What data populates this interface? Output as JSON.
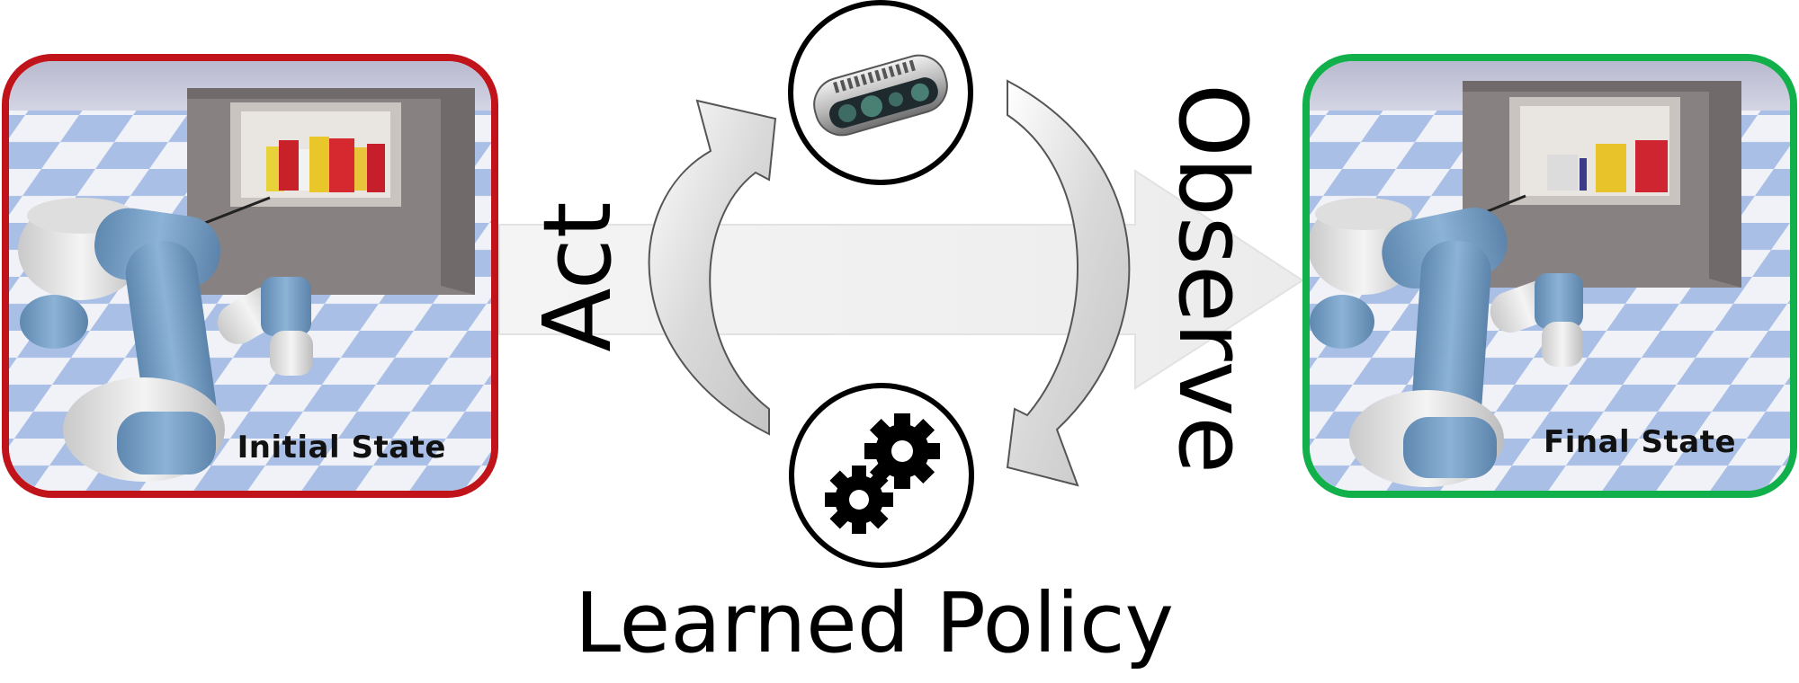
{
  "loop": {
    "act_label": "Act",
    "observe_label": "Observe",
    "policy_label": "Learned Policy"
  },
  "initial_panel": {
    "label": "Initial State",
    "border_color": "#c0141a"
  },
  "final_panel": {
    "label": "Final State",
    "border_color": "#12b04a"
  },
  "icons": {
    "top": "depth-camera-icon",
    "bottom": "gears-icon"
  },
  "colors": {
    "robot_arm": "#7ea6cb",
    "floor_tile": "#a9bfe6",
    "cabinet": "#878281"
  }
}
